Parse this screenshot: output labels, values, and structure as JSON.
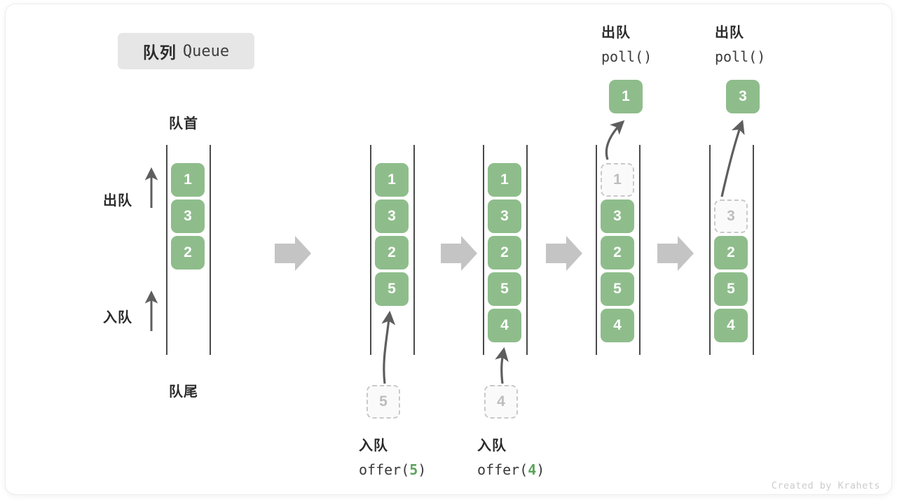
{
  "card": {
    "title_cn": "队列",
    "title_en": "Queue",
    "credit": "Created by Krahets"
  },
  "colors": {
    "cell_fill": "#8ebd8b",
    "cell_text": "#ffffff",
    "ghost_fill": "#fafafa",
    "ghost_border": "#c9c9c9",
    "ghost_text": "#bdbdbd",
    "rail": "#4a4a4a",
    "arrow": "#5e5e5e",
    "step_arrow": "#c4c4c4",
    "chip_bg": "#e6e6e6",
    "accent_green_text": "#5ca45c",
    "credit_text": "#cccccc"
  },
  "annotations": {
    "head_label": "队首",
    "tail_label": "队尾",
    "dequeue_label": "出队",
    "enqueue_label": "入队"
  },
  "operations": {
    "offer_5": {
      "cn": "入队",
      "call_prefix": "offer(",
      "value": "5",
      "call_suffix": ")"
    },
    "offer_4": {
      "cn": "入队",
      "call_prefix": "offer(",
      "value": "4",
      "call_suffix": ")"
    },
    "poll_1": {
      "cn": "出队",
      "call": "poll()",
      "value": "1"
    },
    "poll_2": {
      "cn": "出队",
      "call": "poll()",
      "value": "3"
    }
  },
  "columns": [
    {
      "id": "state-initial",
      "cells": [
        {
          "value": "1",
          "state": "filled"
        },
        {
          "value": "3",
          "state": "filled"
        },
        {
          "value": "2",
          "state": "filled"
        }
      ]
    },
    {
      "id": "state-after-offer-5",
      "cells": [
        {
          "value": "1",
          "state": "filled"
        },
        {
          "value": "3",
          "state": "filled"
        },
        {
          "value": "2",
          "state": "filled"
        },
        {
          "value": "5",
          "state": "filled"
        }
      ],
      "incoming": {
        "value": "5",
        "state": "ghost"
      }
    },
    {
      "id": "state-after-offer-4",
      "cells": [
        {
          "value": "1",
          "state": "filled"
        },
        {
          "value": "3",
          "state": "filled"
        },
        {
          "value": "2",
          "state": "filled"
        },
        {
          "value": "5",
          "state": "filled"
        },
        {
          "value": "4",
          "state": "filled"
        }
      ],
      "incoming": {
        "value": "4",
        "state": "ghost"
      }
    },
    {
      "id": "state-after-poll-1",
      "cells": [
        {
          "value": "1",
          "state": "ghost"
        },
        {
          "value": "3",
          "state": "filled"
        },
        {
          "value": "2",
          "state": "filled"
        },
        {
          "value": "5",
          "state": "filled"
        },
        {
          "value": "4",
          "state": "filled"
        }
      ],
      "outgoing": {
        "value": "1",
        "state": "filled"
      }
    },
    {
      "id": "state-after-poll-2",
      "cells": [
        {
          "value": "3",
          "state": "ghost"
        },
        {
          "value": "2",
          "state": "filled"
        },
        {
          "value": "5",
          "state": "filled"
        },
        {
          "value": "4",
          "state": "filled"
        }
      ],
      "outgoing": {
        "value": "3",
        "state": "filled"
      }
    }
  ],
  "step_arrows": [
    "step-arrow-1",
    "step-arrow-2",
    "step-arrow-3",
    "step-arrow-4"
  ]
}
